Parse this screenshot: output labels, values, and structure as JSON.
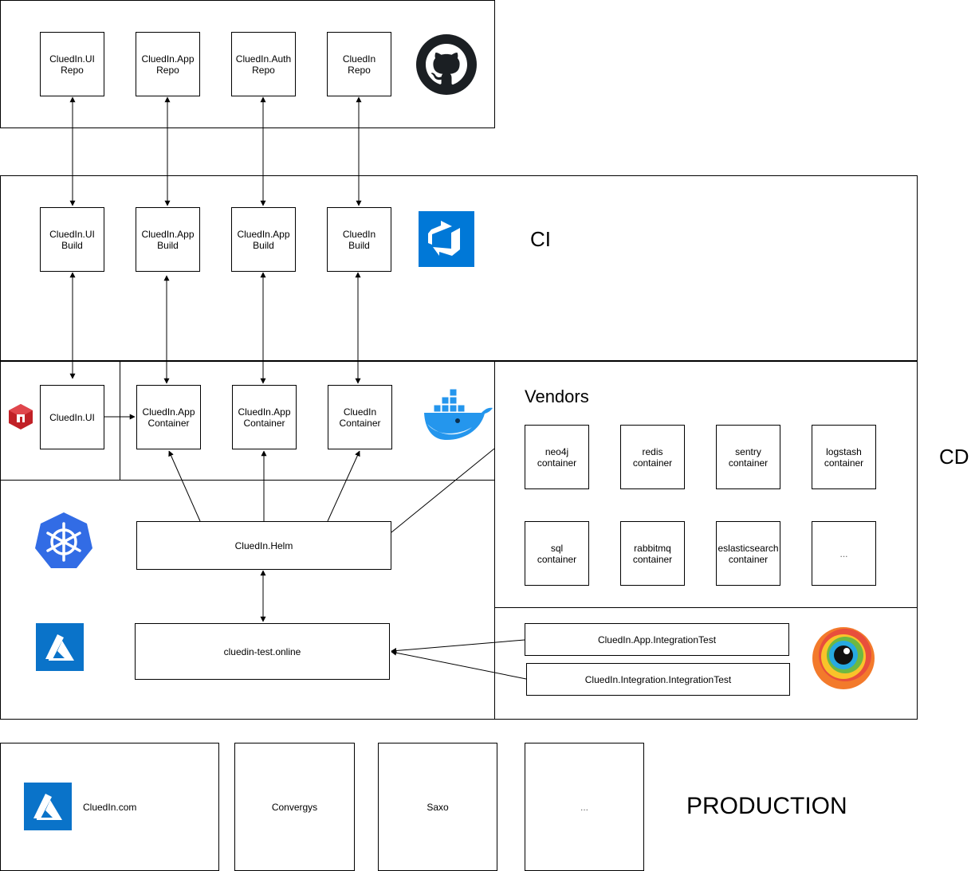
{
  "repos": {
    "ui": "CluedIn.UI\nRepo",
    "app": "CluedIn.App\nRepo",
    "auth": "CluedIn.Auth\nRepo",
    "main": "CluedIn\nRepo",
    "icon": "github-icon"
  },
  "ci": {
    "label": "CI",
    "icon": "azure-devops-icon",
    "builds": {
      "ui": "CluedIn.UI\nBuild",
      "app": "CluedIn.App\nBuild",
      "app2": "CluedIn.App\nBuild",
      "main": "CluedIn\nBuild"
    }
  },
  "cd": {
    "label": "CD",
    "npm_icon": "npm-icon",
    "docker_icon": "docker-icon",
    "ui_node": "CluedIn.UI",
    "containers": {
      "app": "CluedIn.App\nContainer",
      "app2": "CluedIn.App\nContainer",
      "main": "CluedIn\nContainer"
    },
    "vendors": {
      "title": "Vendors",
      "items": [
        "neo4j\ncontainer",
        "redis\ncontainer",
        "sentry\ncontainer",
        "logstash\ncontainer",
        "sql\ncontainer",
        "rabbitmq\ncontainer",
        "eslasticsearch\ncontainer",
        "..."
      ]
    },
    "kubernetes_icon": "kubernetes-icon",
    "azure_icon": "azure-icon",
    "helm": "CluedIn.Helm",
    "test_env": "cluedin-test.online",
    "tests": {
      "app": "CluedIn.App.IntegrationTest",
      "integration": "CluedIn.Integration.IntegrationTest"
    },
    "browserstack_icon": "browserstack-icon"
  },
  "production": {
    "label": "PRODUCTION",
    "azure_icon": "azure-icon",
    "sites": [
      "CluedIn.com",
      "Convergys",
      "Saxo",
      "..."
    ]
  },
  "colors": {
    "azure": "#0A73C9",
    "devops": "#0078D7",
    "kubernetes": "#326CE5",
    "npm": "#C12127",
    "docker": "#2496ED"
  }
}
